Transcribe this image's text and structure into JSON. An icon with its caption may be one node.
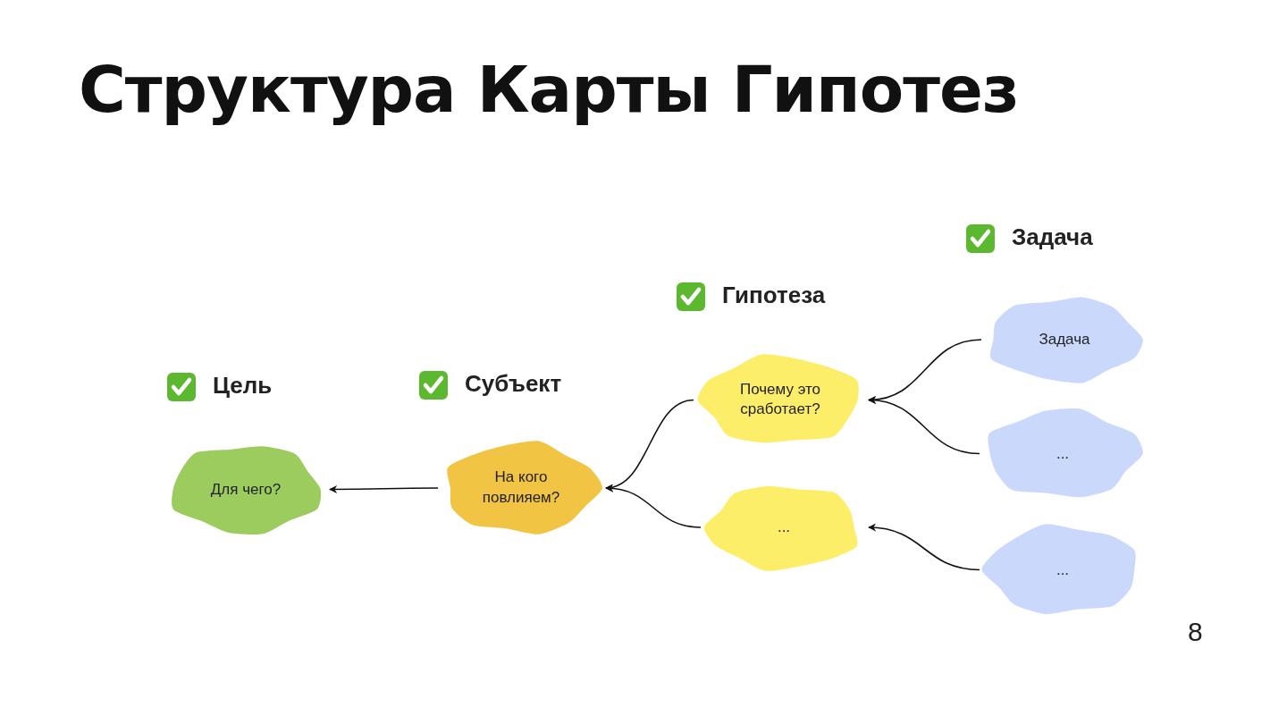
{
  "diagram": {
    "title": "Структура Карты Гипотез",
    "nodes": [
      {
        "text": [
          "Для чего?"
        ]
      },
      {
        "text": [
          "На кого повлияем?"
        ]
      },
      {
        "text": [
          "Почему это сработает?"
        ]
      },
      {
        "text": [
          "..."
        ]
      },
      {
        "text": [
          "Задача"
        ]
      },
      {
        "text": [
          "..."
        ]
      },
      {
        "text": [
          "..."
        ]
      }
    ],
    "edges": [
      {
        "from": 1,
        "to": 0,
        "arrow": "to"
      },
      {
        "from": 2,
        "to": 1,
        "arrow": "to"
      },
      {
        "from": 3,
        "to": 1,
        "arrow": "to"
      },
      {
        "from": 4,
        "to": 2,
        "arrow": "to"
      },
      {
        "from": 5,
        "to": 2,
        "arrow": "to"
      },
      {
        "from": 6,
        "to": 3,
        "arrow": "to"
      }
    ],
    "labels": [
      "Задача",
      "Гипотеза",
      "Цель",
      "Субъект",
      "8"
    ]
  }
}
